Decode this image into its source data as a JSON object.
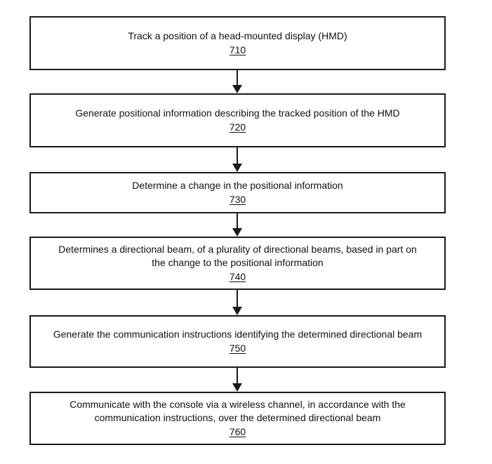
{
  "diagram": {
    "type": "flowchart",
    "direction": "top-down",
    "colors": {
      "background": "#ffffff",
      "box_fill": "#ffffff",
      "box_border": "#1a1a1a",
      "text": "#111111",
      "arrow": "#1a1a1a"
    },
    "steps": [
      {
        "ref": "710",
        "text": "Track a position of a head-mounted display (HMD)"
      },
      {
        "ref": "720",
        "text": "Generate positional information describing the tracked position of the HMD"
      },
      {
        "ref": "730",
        "text": "Determine a change in the positional information"
      },
      {
        "ref": "740",
        "text": "Determines a directional beam, of a plurality of directional beams, based in part on the change to the positional information"
      },
      {
        "ref": "750",
        "text": "Generate the communication instructions identifying the determined directional beam"
      },
      {
        "ref": "760",
        "text": "Communicate with the console via a wireless channel, in accordance with the communication instructions, over the determined directional beam"
      }
    ],
    "connections": [
      {
        "from": "710",
        "to": "720"
      },
      {
        "from": "720",
        "to": "730"
      },
      {
        "from": "730",
        "to": "740"
      },
      {
        "from": "740",
        "to": "750"
      },
      {
        "from": "750",
        "to": "760"
      }
    ]
  }
}
